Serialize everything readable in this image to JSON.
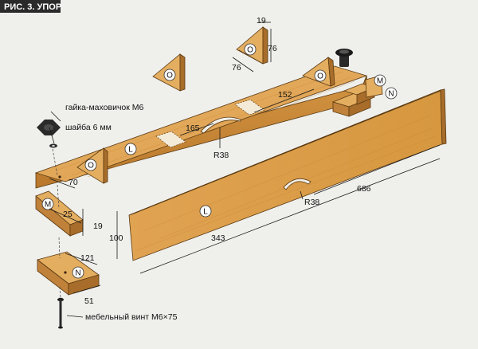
{
  "figure": {
    "title": "РИС. 3. УПОР"
  },
  "part_markers": {
    "l": "L",
    "m": "M",
    "n": "N",
    "o": "O"
  },
  "dimensions": {
    "top_19": "19",
    "top_76_vertical": "76",
    "top_76_horizontal": "76",
    "rail_152": "152",
    "rail_165": "165",
    "rail_r38": "R38",
    "rail_70": "70",
    "board_686": "686",
    "board_r38": "R38",
    "board_343": "343",
    "board_100": "100",
    "block_m_25": "25",
    "block_m_19": "19",
    "block_n_121": "121",
    "block_n_51": "51"
  },
  "hardware": {
    "knob_nut": "гайка-маховичок М6",
    "washer": "шайба 6 мм",
    "carriage_bolt": "мебельный винт М6×75"
  },
  "colors": {
    "wood_top": "#e2a95a",
    "wood_face": "#c98a3c",
    "wood_end": "#a86d2a",
    "title_bg": "#2a2a2a"
  }
}
